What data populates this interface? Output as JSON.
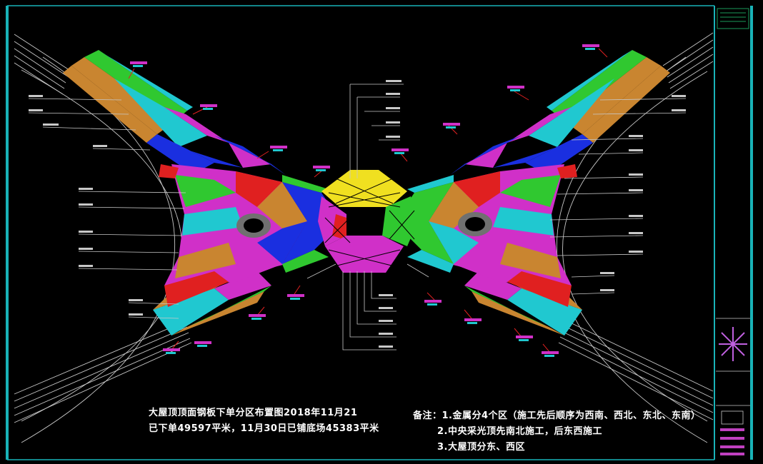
{
  "status_note": {
    "line1": "大屋顶顶面钢板下单分区布置图2018年11月21",
    "line2": "已下单49597平米，11月30日已铺底场45383平米"
  },
  "remarks": {
    "line1": "备注：1.金属分4个区（施工先后顺序为西南、西北、东北、东南）",
    "line2": "2.中央采光顶先南北施工，后东西施工",
    "line3": "3.大屋顶分东、西区"
  },
  "colors": {
    "background": "#000000",
    "frame": "#19b3b8",
    "red": "#e02020",
    "orange": "#c98530",
    "cyan": "#20c8d0",
    "magenta": "#d030c8",
    "green": "#30c830",
    "blue": "#1a2fe0",
    "yellow": "#f0e020",
    "white_line": "#c8c8c8"
  }
}
